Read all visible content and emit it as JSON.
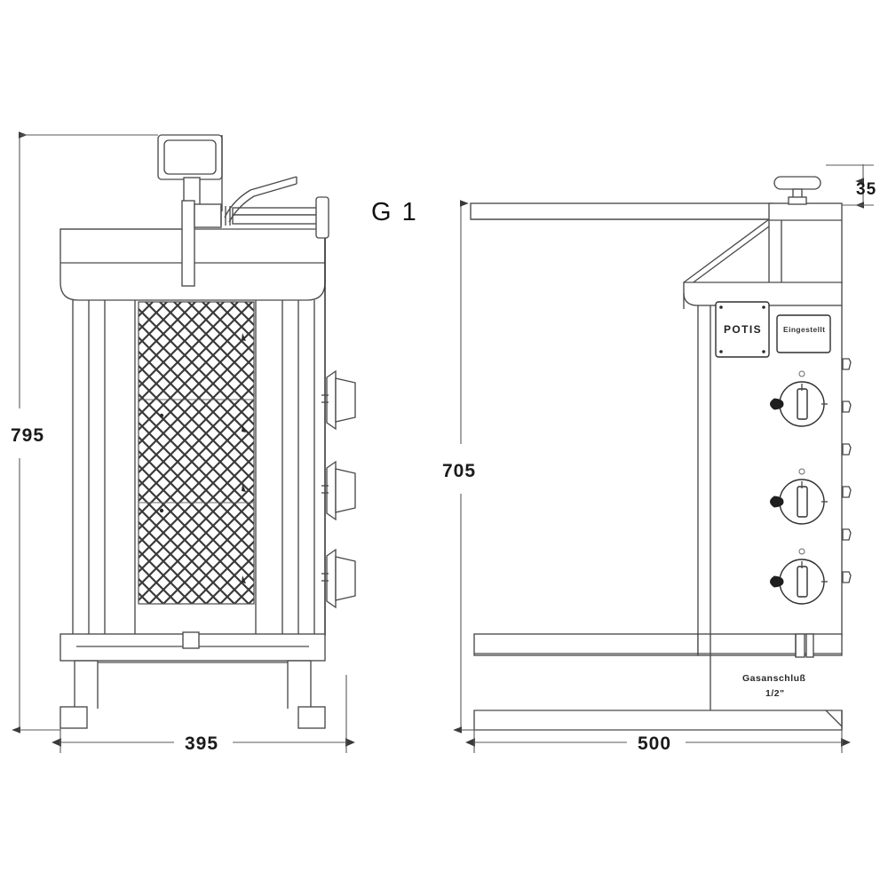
{
  "drawing": {
    "title_label": "G 1",
    "brand": "POTIS",
    "plate_label": "Eingestellt",
    "gas_label_line1": "Gasanschluß",
    "gas_label_line2": "1/2\"",
    "background_color": "#ffffff",
    "line_color": "#4a4a4a",
    "text_color": "#1a1a1a"
  },
  "dimensions": {
    "front_height": "795",
    "front_width": "395",
    "side_height": "705",
    "side_width": "500",
    "knob_height": "35"
  },
  "views": {
    "front": {
      "name": "front-elevation",
      "burner_knob_count": 3,
      "mesh_panel": "diamond-grill"
    },
    "side": {
      "name": "side-elevation",
      "control_knob_count": 3,
      "vent_tab_count": 6
    }
  }
}
